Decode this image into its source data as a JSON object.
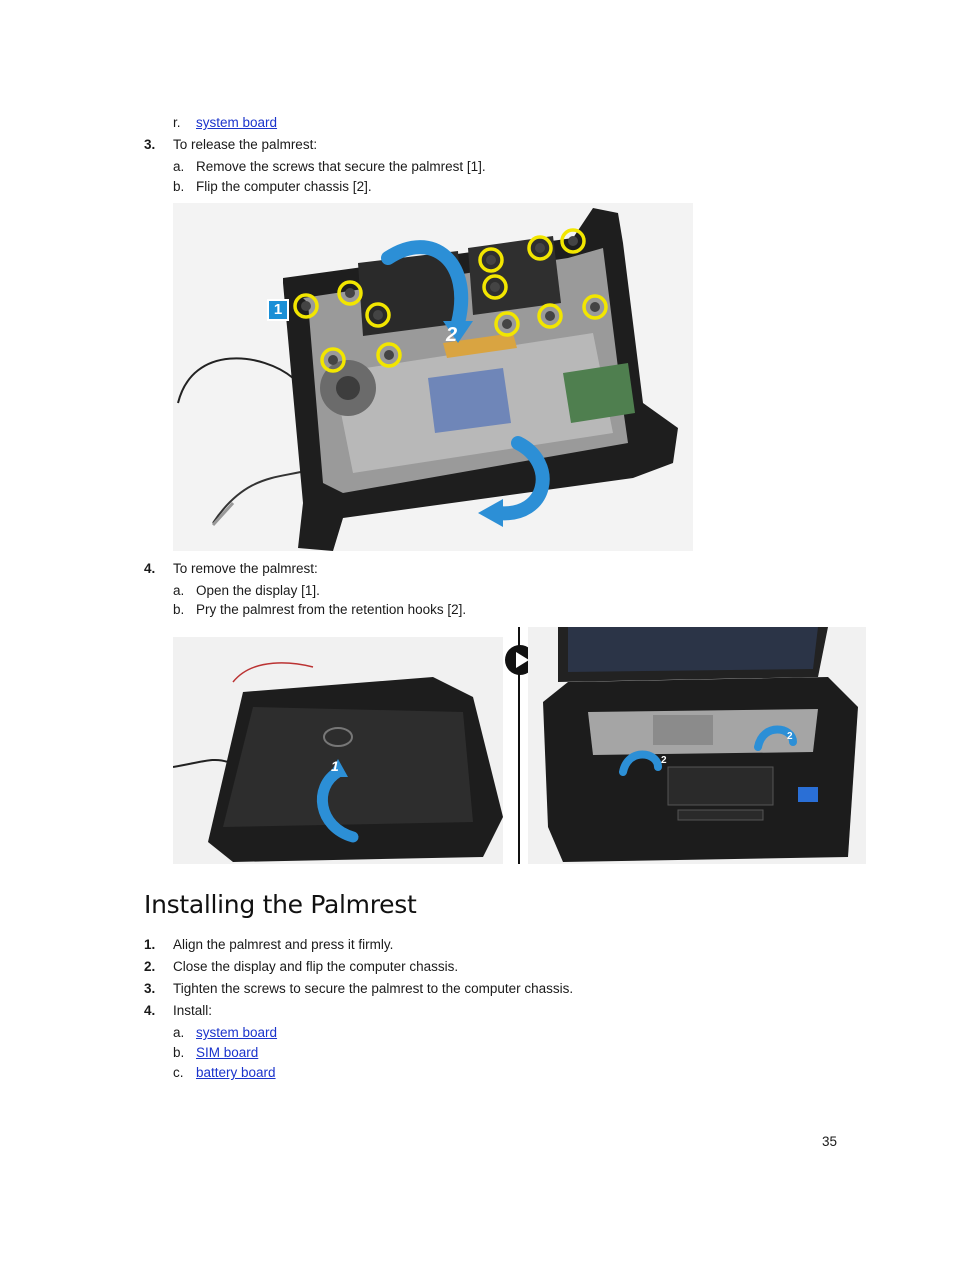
{
  "top_list": {
    "item_r": {
      "marker": "r.",
      "link": "system board"
    }
  },
  "step3": {
    "number": "3.",
    "text": "To release the palmrest:",
    "substeps": [
      {
        "marker": "a.",
        "text": "Remove the screws that secure the palmrest [1]."
      },
      {
        "marker": "b.",
        "text": "Flip the computer chassis [2]."
      }
    ],
    "figure": {
      "callout_1": "1",
      "callout_2": "2"
    }
  },
  "step4": {
    "number": "4.",
    "text": "To remove the palmrest:",
    "substeps": [
      {
        "marker": "a.",
        "text": "Open the display [1]."
      },
      {
        "marker": "b.",
        "text": "Pry the palmrest from the retention hooks [2]."
      }
    ],
    "figure": {
      "callout_1": "1",
      "callout_2a": "2",
      "callout_2b": "2"
    }
  },
  "installing": {
    "heading": "Installing the Palmrest",
    "steps": [
      {
        "number": "1.",
        "text": "Align the palmrest and press it firmly."
      },
      {
        "number": "2.",
        "text": "Close the display and flip the computer chassis."
      },
      {
        "number": "3.",
        "text": "Tighten the screws to secure the palmrest to the computer chassis."
      },
      {
        "number": "4.",
        "text": "Install:"
      }
    ],
    "install_items": [
      {
        "marker": "a.",
        "link": "system board"
      },
      {
        "marker": "b.",
        "link": "SIM board"
      },
      {
        "marker": "c.",
        "link": "battery board"
      }
    ]
  },
  "footer": {
    "page_number": "35"
  },
  "colors": {
    "link": "#1a33cc",
    "callout_blue": "#1a8fd6",
    "screw_ring": "#f2e600"
  }
}
